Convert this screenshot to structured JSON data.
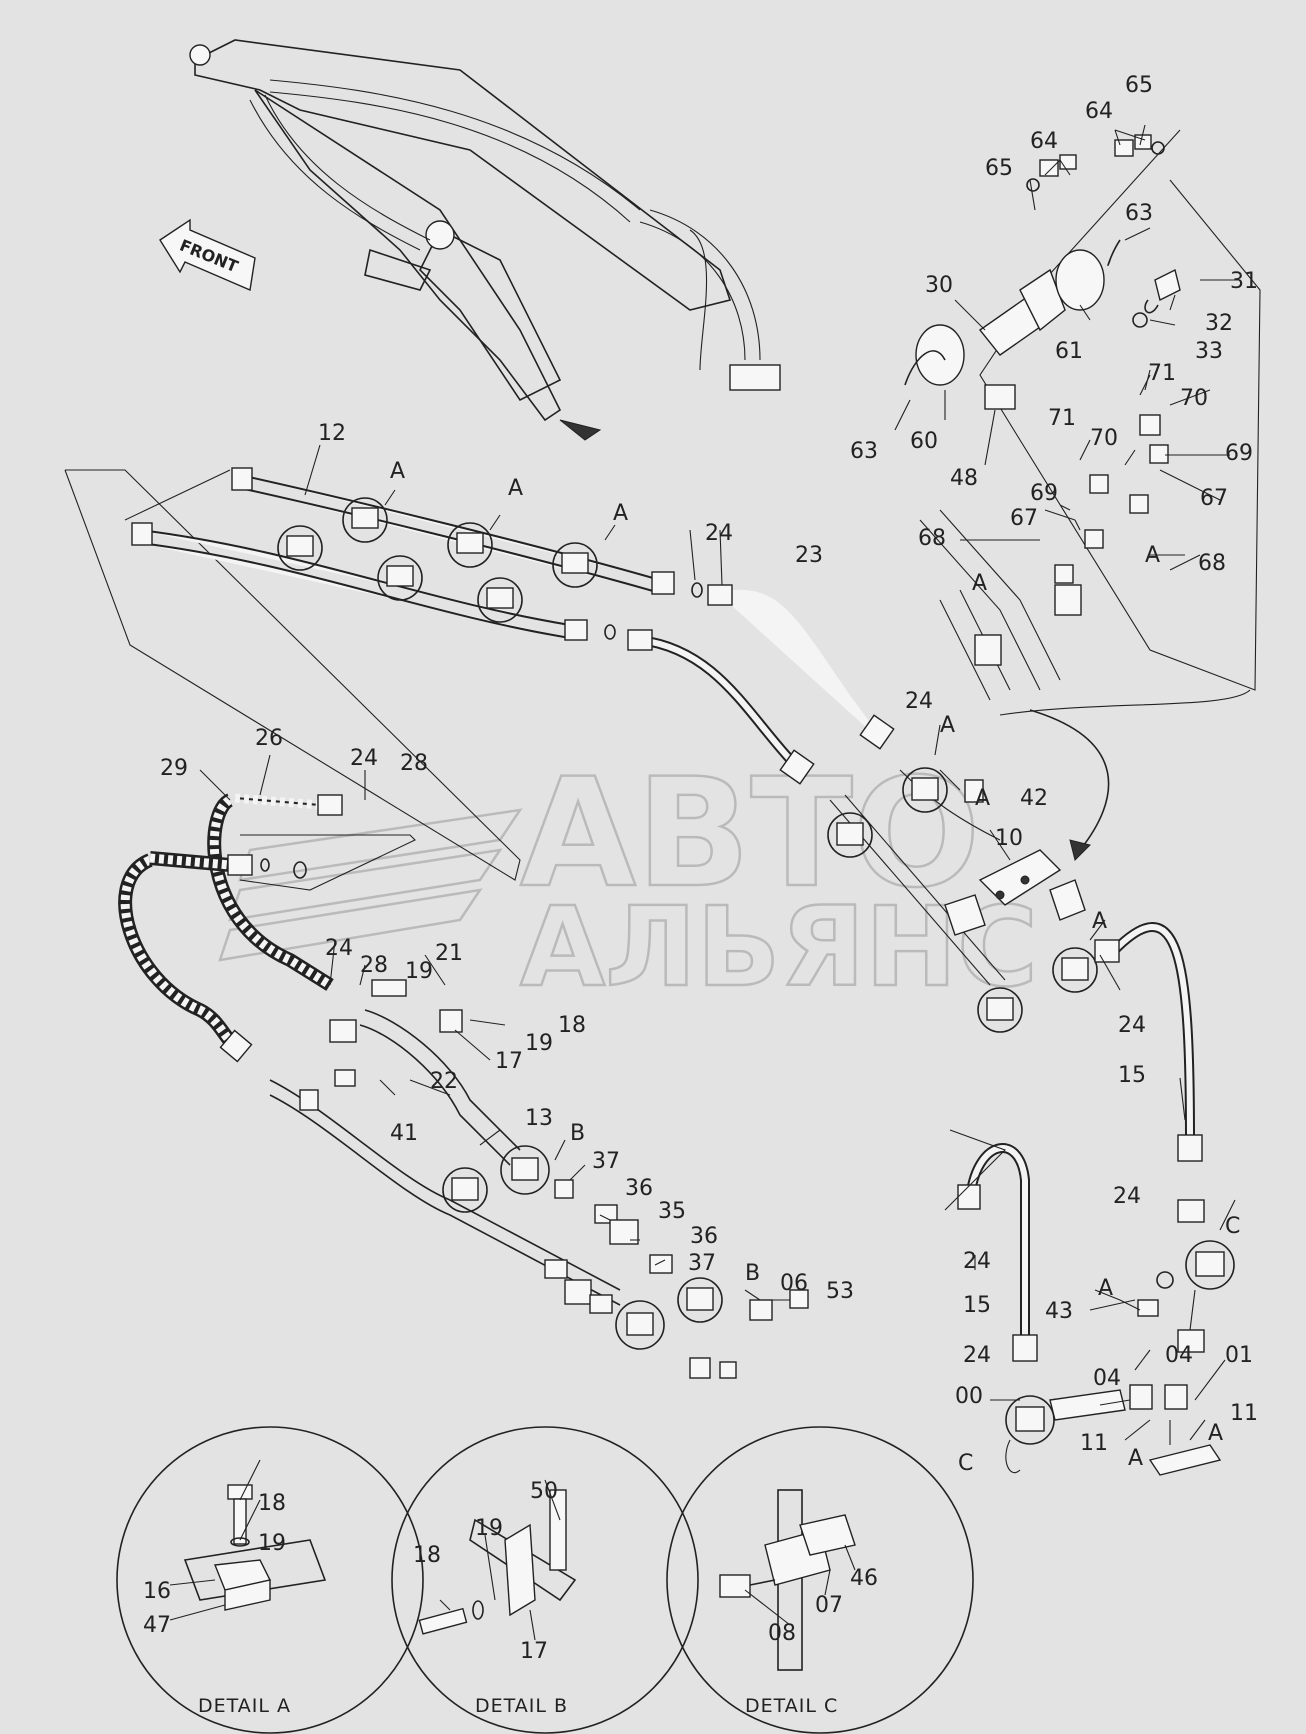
{
  "watermark": {
    "line1": "АВТО",
    "line2": "АЛЬЯНС"
  },
  "front_label": "FRONT",
  "details": [
    {
      "id": "detail-a",
      "caption": "DETAIL  A",
      "parts": [
        "18",
        "19",
        "16",
        "47"
      ]
    },
    {
      "id": "detail-b",
      "caption": "DETAIL  B",
      "parts": [
        "50",
        "19",
        "18",
        "17"
      ]
    },
    {
      "id": "detail-c",
      "caption": "DETAIL  C",
      "parts": [
        "08",
        "07",
        "46"
      ]
    }
  ],
  "callouts": {
    "p12": "12",
    "p24a": "24",
    "p23": "23",
    "pAa": "A",
    "pAb": "A",
    "pAc": "A",
    "p26": "26",
    "p29": "29",
    "p24b": "24",
    "p28a": "28",
    "p24c": "24",
    "p28b": "28",
    "p21": "21",
    "p19a": "19",
    "p18a": "18",
    "p19b": "19",
    "p17a": "17",
    "p22": "22",
    "p41": "41",
    "p13": "13",
    "pBa": "B",
    "p37a": "37",
    "p36a": "36",
    "p35": "35",
    "p36b": "36",
    "p37b": "37",
    "pBb": "B",
    "p06": "06",
    "p53": "53",
    "p24d": "24",
    "pAd": "A",
    "pAe": "A",
    "p42": "42",
    "p10": "10",
    "pAf": "A",
    "p24e": "24",
    "p15a": "15",
    "p24f": "24",
    "pCa": "C",
    "p24g": "24",
    "p15b": "15",
    "pAg": "A",
    "p43": "43",
    "p01": "01",
    "p24h": "24",
    "p00": "00",
    "p04a": "04",
    "p04b": "04",
    "p11a": "11",
    "p11b": "11",
    "pAh": "A",
    "pAi": "A",
    "pCb": "C",
    "p65a": "65",
    "p64a": "64",
    "p65b": "65",
    "p64b": "64",
    "p63a": "63",
    "p30": "30",
    "p31": "31",
    "p32": "32",
    "p33": "33",
    "p61": "61",
    "p63b": "63",
    "p60": "60",
    "p48": "48",
    "p71a": "71",
    "p70a": "70",
    "p71b": "71",
    "p70b": "70",
    "p69a": "69",
    "p69b": "69",
    "p67a": "67",
    "p67b": "67",
    "p68a": "68",
    "p68b": "68",
    "pAj": "A",
    "pAk": "A",
    "d18a": "18",
    "d19a": "19",
    "d16": "16",
    "d47": "47",
    "d50": "50",
    "d19b": "19",
    "d18b": "18",
    "d17": "17",
    "d08": "08",
    "d07": "07",
    "d46": "46"
  }
}
